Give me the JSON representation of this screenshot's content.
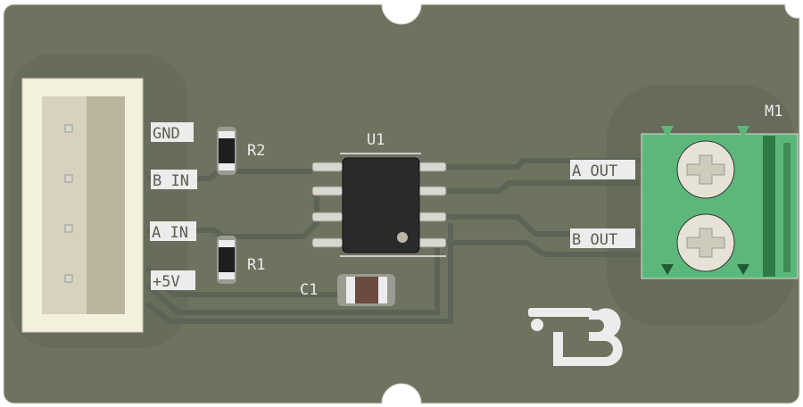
{
  "colors": {
    "board": "#6e7360",
    "silkscreen": "#ececec",
    "terminal_block": "#5cb87a",
    "connector": "#f3f0de",
    "ic": "#2a2a2a"
  },
  "connector_labels": [
    "GND",
    "B IN",
    "A IN",
    "+5V"
  ],
  "output_labels": [
    "A OUT",
    "B OUT"
  ],
  "refs": {
    "r1": "R1",
    "r2": "R2",
    "u1": "U1",
    "c1": "C1",
    "m1": "M1"
  },
  "logo": {
    "icon": "tb-logo"
  }
}
